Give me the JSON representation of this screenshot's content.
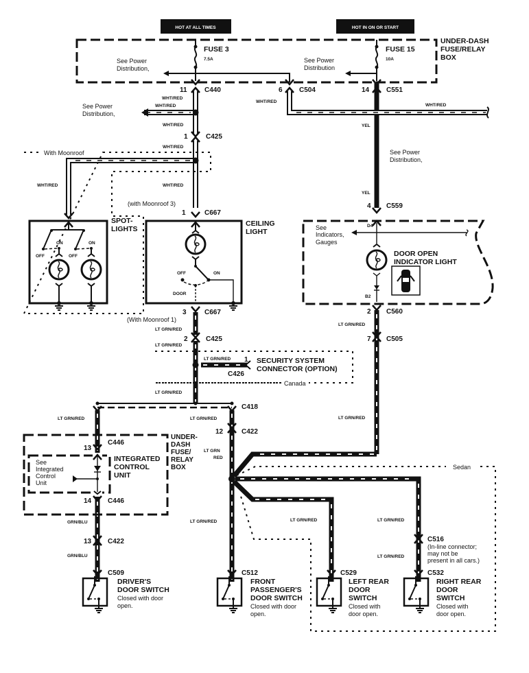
{
  "header_labels": {
    "hot_at_all_times": "HOT AT ALL TIMES",
    "hot_in_on_or_start": "HOT IN ON OR START"
  },
  "fuse_box": {
    "label_lines": [
      "UNDER-DASH",
      "FUSE/RELAY",
      "BOX"
    ],
    "fuse3": {
      "name": "FUSE 3",
      "rating": "7.5A"
    },
    "fuse15": {
      "name": "FUSE 15",
      "rating": "10A"
    },
    "see_power_left": [
      "See Power",
      "Distribution,"
    ],
    "see_power_right": [
      "See Power",
      "Distribution"
    ]
  },
  "connectors": {
    "c440": {
      "id": "C440",
      "pin": "11"
    },
    "c504": {
      "id": "C504",
      "pin": "6"
    },
    "c551": {
      "id": "C551",
      "pin": "14"
    },
    "c425_top": {
      "id": "C425",
      "pin": "1"
    },
    "c667_top": {
      "id": "C667",
      "pin": "1",
      "note": "(with Moonroof 3)"
    },
    "c667_bot": {
      "id": "C667",
      "pin": "3",
      "note": "(With Moonroof 1)"
    },
    "c425_bot": {
      "id": "C425",
      "pin": "2"
    },
    "c426": {
      "id": "C426",
      "pin": "1"
    },
    "c418": {
      "id": "C418"
    },
    "c422_right": {
      "id": "C422",
      "pin": "12"
    },
    "c446_top": {
      "id": "C446",
      "pin": "13"
    },
    "c446_bot": {
      "id": "C446",
      "pin": "14"
    },
    "c422_left": {
      "id": "C422",
      "pin": "13"
    },
    "c559": {
      "id": "C559",
      "pin": "4"
    },
    "c560": {
      "id": "C560",
      "pin": "2"
    },
    "c505": {
      "id": "C505",
      "pin": "7"
    },
    "c509": {
      "id": "C509"
    },
    "c512": {
      "id": "C512"
    },
    "c529": {
      "id": "C529"
    },
    "c532": {
      "id": "C532"
    },
    "c516": {
      "id": "C516",
      "note_lines": [
        "(In-line connector;",
        "may not be",
        "present in all cars.)"
      ]
    }
  },
  "wire_colors": {
    "wht_red": "WHT/RED",
    "yel": "YEL",
    "lt_grn_red": "LT GRN/RED",
    "lt_grn": "LT GRN",
    "red": "RED",
    "grn_blu": "GRN/BLU"
  },
  "left_power": [
    "See Power",
    "Distribution,"
  ],
  "yel_power": [
    "See Power",
    "Distribution,"
  ],
  "moonroof": {
    "label": "With Moonroof"
  },
  "spotlights": {
    "label_lines": [
      "SPOT-",
      "LIGHTS"
    ],
    "on": "ON",
    "off": "OFF"
  },
  "ceiling_light": {
    "label_lines": [
      "CEILING",
      "LIGHT"
    ],
    "off": "OFF",
    "on": "ON",
    "door": "DOOR"
  },
  "gauge": {
    "see_lines": [
      "See",
      "Indicators,",
      "Gauges"
    ],
    "pin_top": "D4",
    "pin_bot": "B2",
    "label_lines": [
      "DOOR OPEN",
      "INDICATOR LIGHT"
    ]
  },
  "security": {
    "label_lines": [
      "SECURITY SYSTEM",
      "CONNECTOR (OPTION)"
    ],
    "region": "Canada"
  },
  "icu_box": {
    "label_lines": [
      "UNDER-",
      "DASH",
      "FUSE/",
      "RELAY",
      "BOX"
    ],
    "inner_label_lines": [
      "INTEGRATED",
      "CONTROL",
      "UNIT"
    ],
    "see_lines": [
      "See",
      "Integrated",
      "Control",
      "Unit"
    ]
  },
  "sedan": {
    "label": "Sedan"
  },
  "switches": {
    "driver": {
      "lines": [
        "DRIVER'S",
        "DOOR SWITCH"
      ],
      "desc": [
        "Closed with door",
        "open."
      ]
    },
    "front_pass": {
      "lines": [
        "FRONT",
        "PASSENGER'S",
        "DOOR SWITCH"
      ],
      "desc": [
        "Closed with door",
        "open."
      ]
    },
    "left_rear": {
      "lines": [
        "LEFT REAR",
        "DOOR",
        "SWITCH"
      ],
      "desc": [
        "Closed with",
        "door open."
      ]
    },
    "right_rear": {
      "lines": [
        "RIGHT REAR",
        "DOOR",
        "SWITCH"
      ],
      "desc": [
        "Closed with",
        "door open."
      ]
    }
  }
}
